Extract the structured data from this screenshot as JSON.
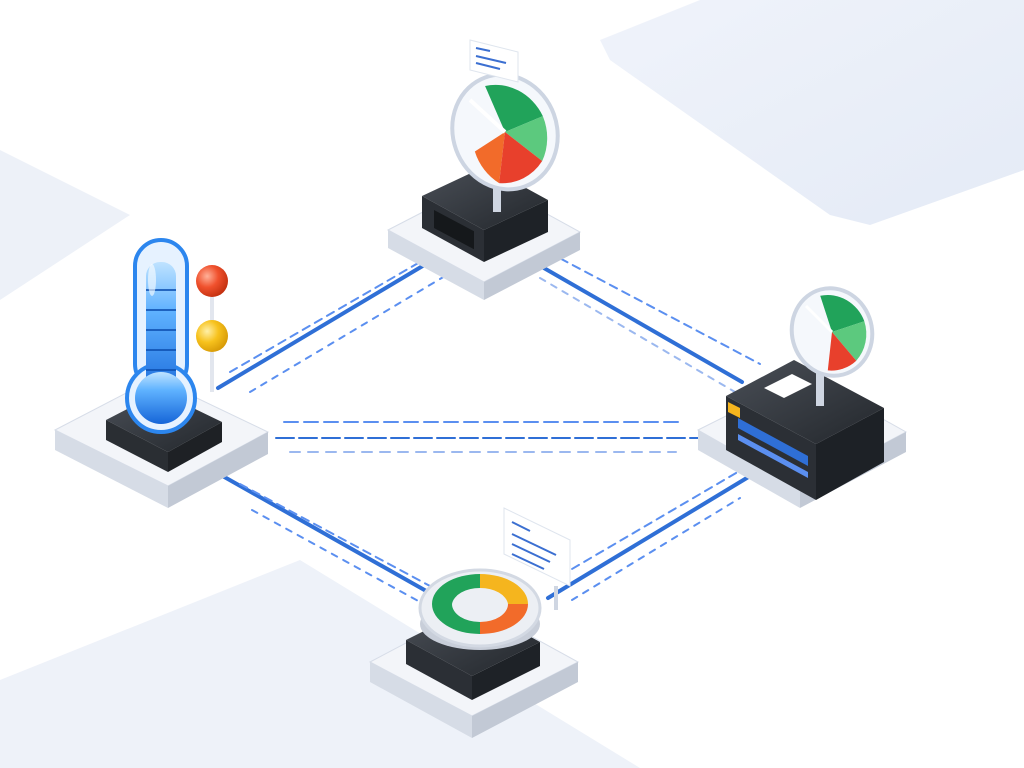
{
  "diagram": {
    "nodes": [
      {
        "id": "temperature-sensor",
        "icon": "thermometer-icon",
        "indicators": [
          "red-status-light",
          "yellow-status-light"
        ]
      },
      {
        "id": "gauge-server",
        "icon": "gauge-icon"
      },
      {
        "id": "rack-server",
        "icon": "gauge-icon"
      },
      {
        "id": "ring-gauge-device",
        "icon": "ring-gauge-icon"
      }
    ],
    "connections": [
      {
        "from": "temperature-sensor",
        "to": "gauge-server"
      },
      {
        "from": "gauge-server",
        "to": "rack-server"
      },
      {
        "from": "temperature-sensor",
        "to": "ring-gauge-device"
      },
      {
        "from": "ring-gauge-device",
        "to": "rack-server"
      },
      {
        "from": "temperature-sensor",
        "to": "rack-server"
      }
    ]
  },
  "colors": {
    "link": "#2f6fd6",
    "link_dash": "#5b8ff0",
    "platform_top": "#f3f5f9",
    "platform_side": "#c9d0dc",
    "device_dark": "#2f3338",
    "gauge_green": "#21a35a",
    "gauge_orange": "#f26b2a",
    "gauge_red": "#e8402c",
    "gauge_yellow": "#f5b51e",
    "thermo_blue": "#1f7fe0",
    "status_red": "#ef4a2a",
    "status_yellow": "#f5b51e"
  }
}
